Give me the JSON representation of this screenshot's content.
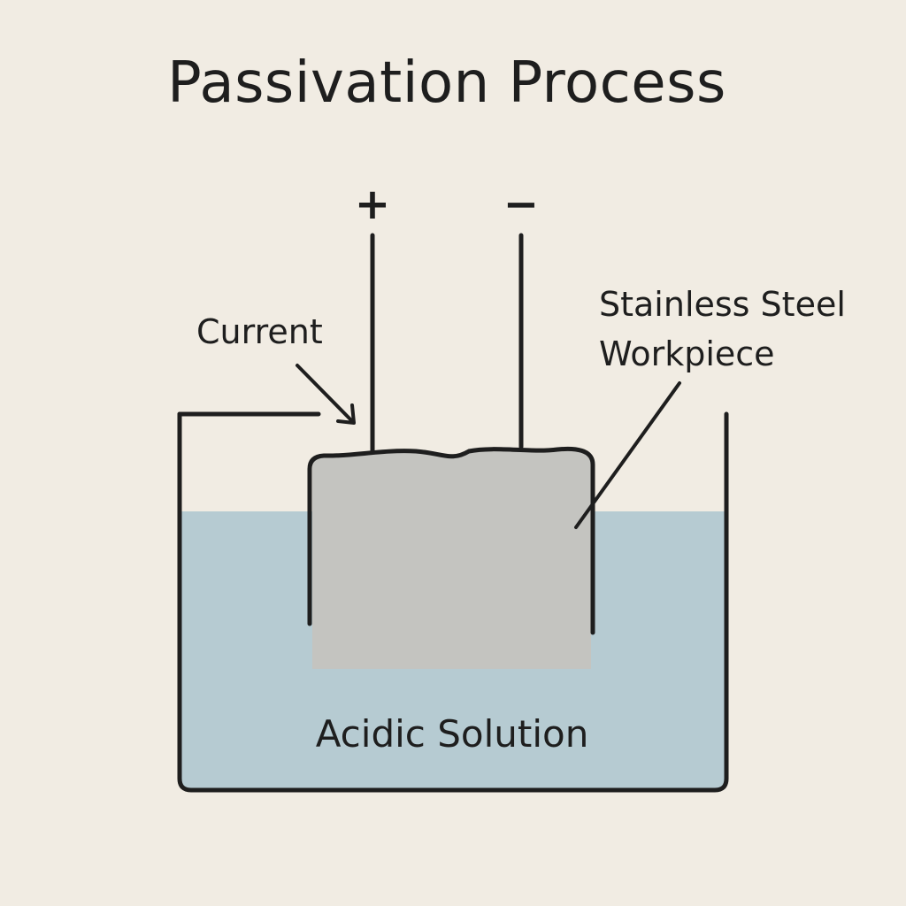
{
  "title": "Passivation Process",
  "labels": {
    "positive_terminal": "+",
    "negative_terminal": "−",
    "current": "Current",
    "workpiece_line1": "Stainless Steel",
    "workpiece_line2": "Workpiece",
    "solution": "Acidic Solution"
  },
  "colors": {
    "background": "#F1ECE3",
    "ink": "#1E1E1E",
    "solution": "#B6CBD2",
    "workpiece": "#C4C4C0"
  }
}
